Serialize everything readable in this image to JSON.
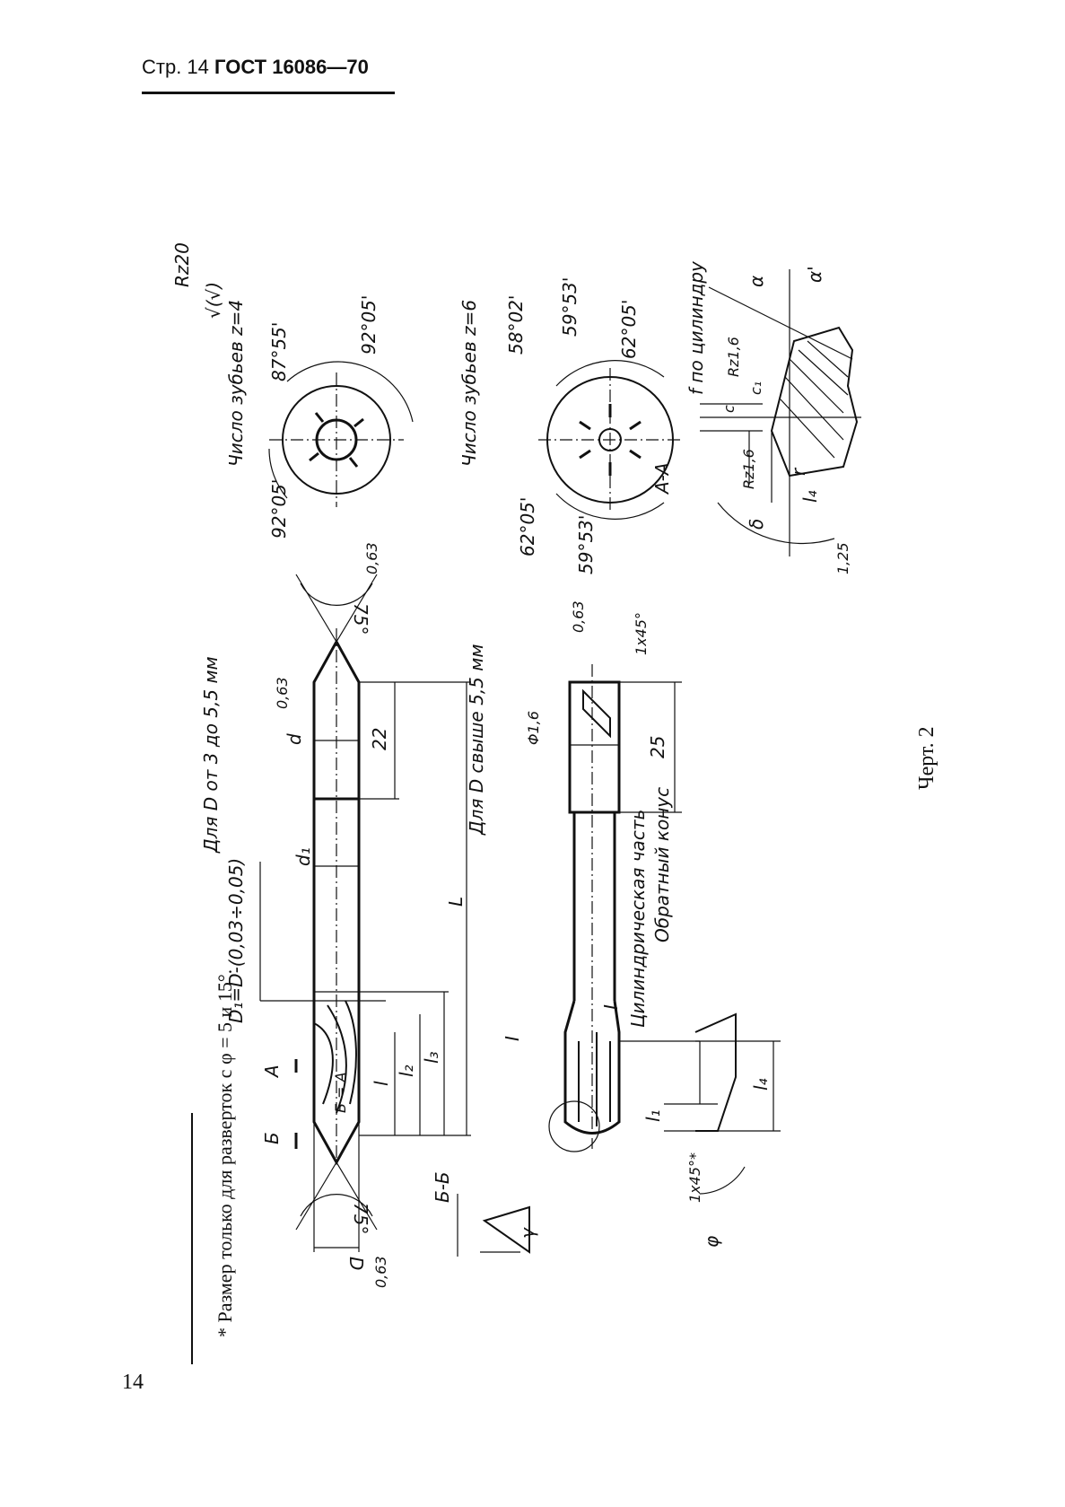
{
  "header": {
    "page_prefix": "Стр. 14",
    "standard": "ГОСТ 16086—70"
  },
  "page_number": "14",
  "footnote": "* Размер только для разверток с φ = 5 и 15°.",
  "figure_caption": "Черт. 2",
  "drawing": {
    "captions": {
      "small_d": "Для D от 3 до 5,5 мм",
      "large_d": "Для D свыше 5,5 мм",
      "teeth4": "Число зубьев z=4",
      "teeth6": "Число зубьев z=6",
      "section_aa": "А-А",
      "section_bb": "Б-Б",
      "detail_i": "I",
      "cylindrical": "Цилиндрическая часть",
      "reverse_cone": "Обратный конус",
      "d1_formula": "D₁=D-(0,03÷0,05)",
      "by_cylinder": "f по цилиндру",
      "roughness_rz20": "Rz20",
      "roughness_symbol": "√(√)"
    },
    "dims": {
      "angle_75": "75°",
      "rough_063": "0,63",
      "rough_16": "Rz1,6",
      "rough_125": "1,25",
      "len_22": "22",
      "len_25": "25",
      "chamfer_1x45": "1x45°",
      "chamfer_1x45_star": "1x45°*",
      "phi16": "Φ1,6",
      "d": "d",
      "d1": "d₁",
      "D": "D",
      "L": "L",
      "l": "l",
      "l1": "l₁",
      "l2": "l₂",
      "l3": "l₃",
      "l4": "l₄",
      "phi": "φ",
      "gamma": "γ",
      "alpha": "α",
      "alpha1": "α'",
      "delta": "δ",
      "f": "f",
      "c": "c",
      "c1": "c₁",
      "r": "r",
      "A": "А",
      "B": "Б",
      "B_eq_A": "Б = А"
    },
    "angles4": [
      "87°55'",
      "92°05'",
      "92°05'"
    ],
    "angles6": [
      "58°02'",
      "59°53'",
      "62°05'",
      "62°05'",
      "59°53'"
    ]
  }
}
